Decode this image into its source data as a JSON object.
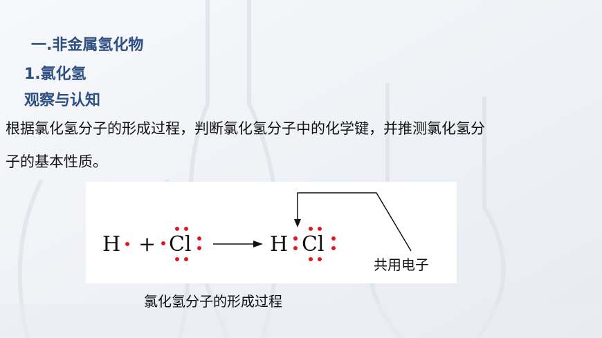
{
  "headings": {
    "section": "一.非金属氢化物",
    "subsection": "1.氯化氢",
    "activity": "观察与认知"
  },
  "paragraph": {
    "line1": "根据氯化氢分子的形成过程，判断氯化氢分子中的化学键，并推测氯化氢分",
    "line2": "子的基本性质。"
  },
  "equation": {
    "h_left": "H",
    "plus": "+",
    "cl_left": "Cl",
    "h_right": "H",
    "cl_right": "Cl",
    "shared_label": "共用电子"
  },
  "caption": "氯化氢分子的形成过程",
  "colors": {
    "heading": "#2e4f82",
    "electron": "#e0191f"
  }
}
